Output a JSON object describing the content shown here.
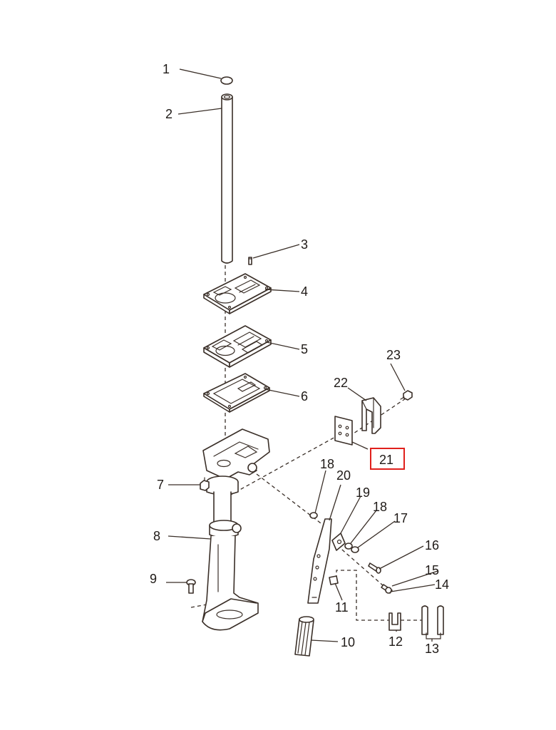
{
  "parts": [
    {
      "id": "p1",
      "label": "1"
    },
    {
      "id": "p2",
      "label": "2"
    },
    {
      "id": "p3",
      "label": "3"
    },
    {
      "id": "p4",
      "label": "4"
    },
    {
      "id": "p5",
      "label": "5"
    },
    {
      "id": "p6",
      "label": "6"
    },
    {
      "id": "p7",
      "label": "7"
    },
    {
      "id": "p8",
      "label": "8"
    },
    {
      "id": "p9",
      "label": "9"
    },
    {
      "id": "p10",
      "label": "10"
    },
    {
      "id": "p11",
      "label": "11"
    },
    {
      "id": "p12",
      "label": "12"
    },
    {
      "id": "p13",
      "label": "13"
    },
    {
      "id": "p14",
      "label": "14"
    },
    {
      "id": "p15",
      "label": "15"
    },
    {
      "id": "p16",
      "label": "16"
    },
    {
      "id": "p17",
      "label": "17"
    },
    {
      "id": "p18a",
      "label": "18"
    },
    {
      "id": "p18b",
      "label": "18"
    },
    {
      "id": "p19",
      "label": "19"
    },
    {
      "id": "p20",
      "label": "20"
    },
    {
      "id": "p21",
      "label": "21"
    },
    {
      "id": "p22",
      "label": "22"
    },
    {
      "id": "p23",
      "label": "23"
    }
  ],
  "highlight": {
    "part": "21",
    "color": "#e0201c"
  }
}
